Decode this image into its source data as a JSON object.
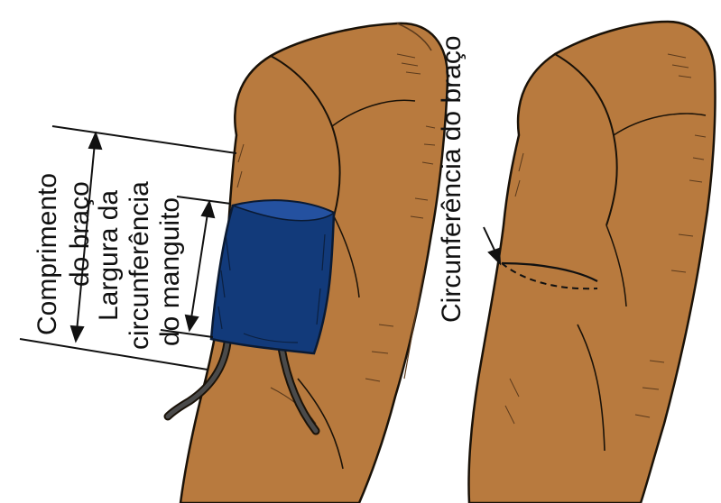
{
  "labels": {
    "arm_length_line1": "Comprimento",
    "arm_length_line2": "do braço",
    "cuff_width_line1": "Largura da",
    "cuff_width_line2": "circunferência",
    "cuff_width_line3": "do manguito",
    "arm_circumference": "Circunferência do braço"
  },
  "colors": {
    "skin": "#B87A3E",
    "skin_shadow": "#8A5527",
    "outline": "#1a1208",
    "cuff": "#123A7A",
    "cuff_light": "#2451A0",
    "tube": "#4a4a4a"
  }
}
